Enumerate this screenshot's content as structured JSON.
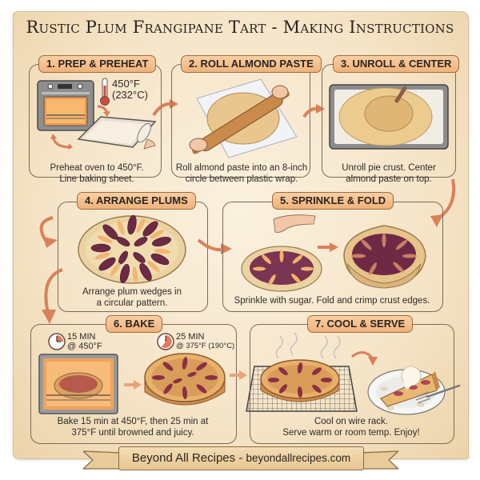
{
  "title": "Rustic Plum Frangipane Tart - Making Instructions",
  "steps": [
    {
      "label": "1. PREP & PREHEAT",
      "temp_f": "450°F",
      "temp_c": "(232°C)",
      "caption_line1": "Preheat oven to 450°F.",
      "caption_line2": "Line baking sheet.",
      "icons": [
        "oven-icon",
        "thermometer-icon",
        "baking-sheet-icon",
        "parchment-roll-icon"
      ]
    },
    {
      "label": "2. ROLL ALMOND PASTE",
      "caption_line1": "Roll almond paste into an 8-inch",
      "caption_line2": "circle between plastic wrap.",
      "icons": [
        "rolling-pin-icon",
        "almond-paste-circle-icon"
      ]
    },
    {
      "label": "3. UNROLL & CENTER",
      "caption_line1": "Unroll pie crust. Center",
      "caption_line2": "almond paste on top.",
      "icons": [
        "baking-tray-icon",
        "pie-crust-icon"
      ]
    },
    {
      "label": "4. ARRANGE PLUMS",
      "caption_line1": "Arrange plum wedges in",
      "caption_line2": "a circular pattern.",
      "icons": [
        "plum-tart-icon"
      ]
    },
    {
      "label": "5. SPRINKLE & FOLD",
      "caption_line1": "Sprinkle with sugar. Fold and crimp crust edges.",
      "icons": [
        "sugar-sprinkle-icon",
        "galette-icon"
      ]
    },
    {
      "label": "6. BAKE",
      "timer1_time": "15 MIN",
      "timer1_temp": "@ 450°F",
      "timer2_time": "25 MIN",
      "timer2_temp": "@ 375°F (190°C)",
      "caption_line1": "Bake 15 min at 450°F, then 25 min at",
      "caption_line2": "375°F until browned and juicy.",
      "icons": [
        "timer-icon",
        "oven-icon",
        "baked-tart-icon"
      ]
    },
    {
      "label": "7. COOL & SERVE",
      "caption_line1": "Cool on wire rack.",
      "caption_line2": "Serve warm or room temp. Enjoy!",
      "icons": [
        "wire-rack-icon",
        "tart-slice-icon",
        "ice-cream-icon",
        "fork-icon"
      ]
    }
  ],
  "footer": {
    "brand": "Beyond All Recipes",
    "separator": " - ",
    "url": "beyondallrecipes.com"
  },
  "colors": {
    "parchment": "#f5e4c7",
    "label_fill": "#efb27a",
    "arrow": "#d9805a",
    "plum": "#6e2a45",
    "crust": "#e3b778",
    "text": "#2e2a26"
  }
}
